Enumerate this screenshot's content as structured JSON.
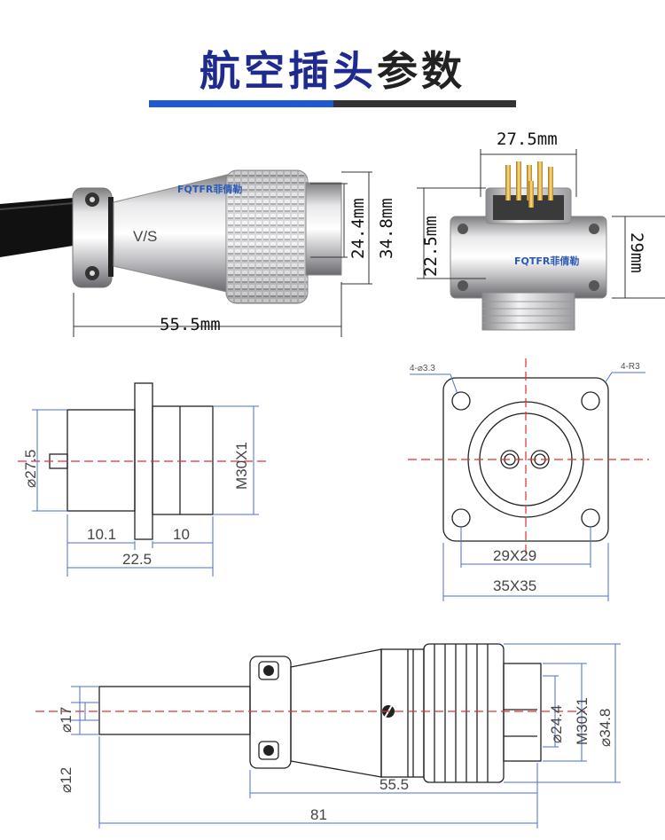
{
  "title": {
    "part1": "航空插头",
    "part2": "参数"
  },
  "colors": {
    "title_blue": "#1e2a8f",
    "bar_blue": "#1e5ad8",
    "bar_dark": "#333333",
    "centerline": "#e03030",
    "dim_line": "#4a6fd0"
  },
  "photo_plug": {
    "dim_length": "55.5mm",
    "dim_diam1": "24.4mm",
    "dim_diam2": "34.8mm",
    "brand": "FQTFR菲倩勒"
  },
  "photo_socket": {
    "dim_top": "27.5mm",
    "dim_left": "22.5mm",
    "dim_right": "29mm",
    "brand": "FQTFR菲倩勒"
  },
  "drawing_socket_side": {
    "diam": "⌀27.5",
    "thread": "M30X1",
    "d1": "10.1",
    "d2": "10",
    "total": "22.5"
  },
  "drawing_socket_front": {
    "hole_note": "4-⌀3.3",
    "radius_note": "4-R3",
    "inner": "29X29",
    "outer": "35X35"
  },
  "drawing_plug": {
    "d17": "⌀17",
    "d12": "⌀12",
    "d24": "⌀24.4",
    "thread": "M30X1",
    "d34": "⌀34.8",
    "len1": "55.5",
    "len2": "81"
  }
}
